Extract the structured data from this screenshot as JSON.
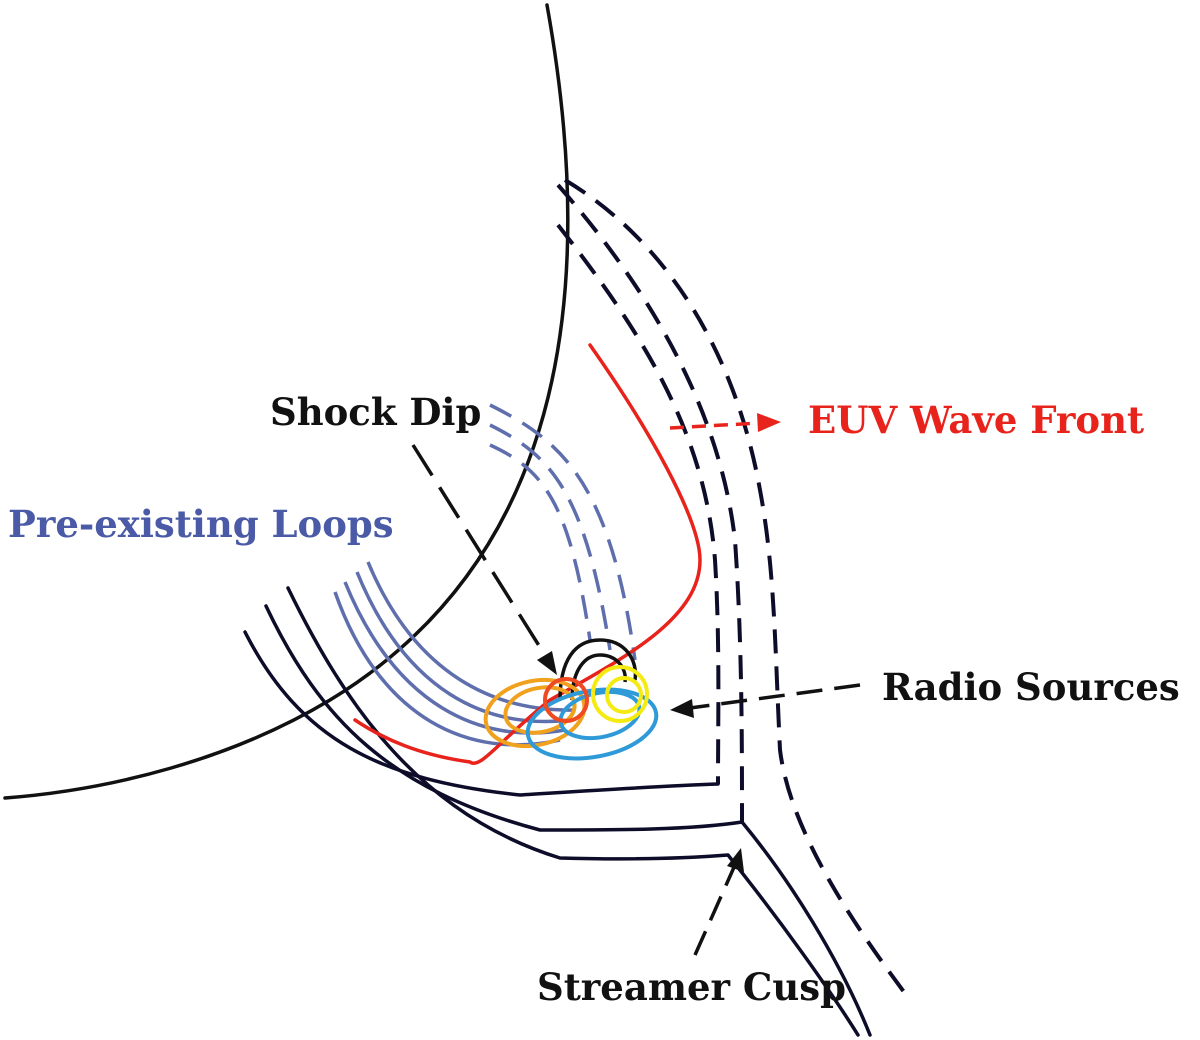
{
  "labels": {
    "shock_dip": "Shock Dip",
    "euv_wave_front": "EUV Wave Front",
    "pre_existing_loops": "Pre-existing Loops",
    "radio_sources": "Radio Sources",
    "streamer_cusp": "Streamer Cusp"
  },
  "colors": {
    "black": "#111111",
    "navy": "#0d0d2a",
    "red": "#e8231c",
    "loop_blue": "#5f6fae",
    "label_blue": "#4a5aa6",
    "orange": "#f0a11e",
    "orange_red": "#ee4b22",
    "yellow": "#f5ea12",
    "cyan_blue": "#2f9ad8"
  }
}
